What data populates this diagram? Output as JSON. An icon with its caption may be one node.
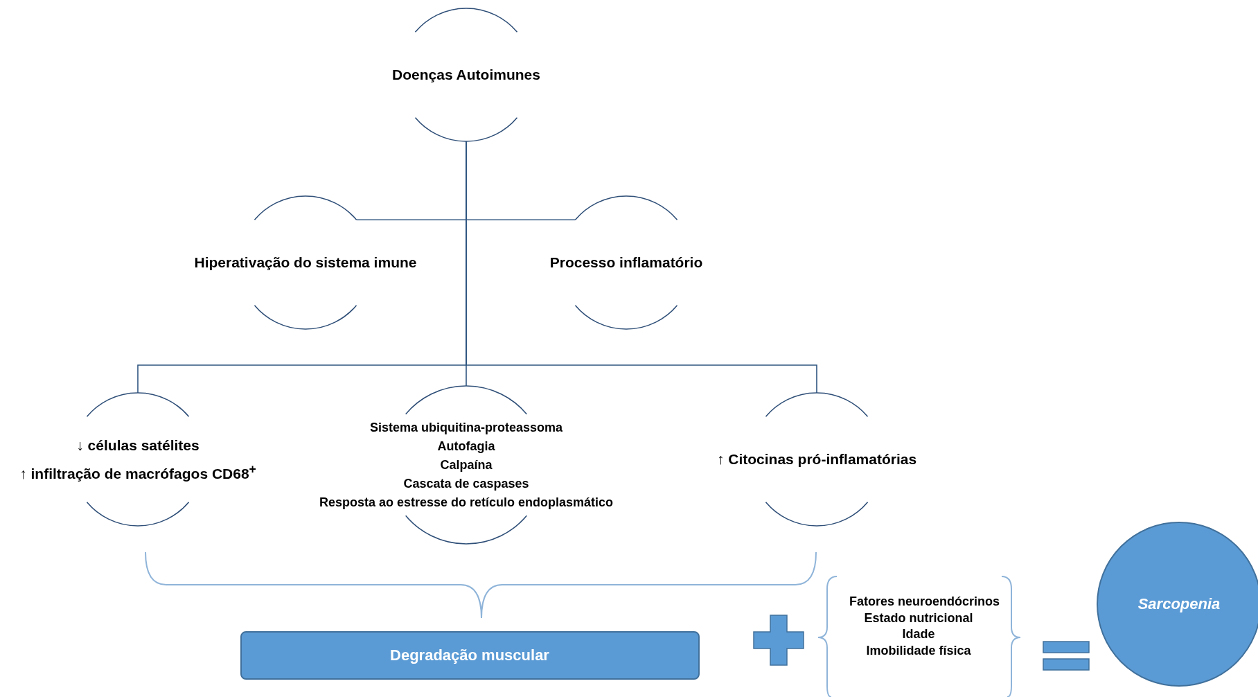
{
  "diagram": {
    "nodes": [
      {
        "text": [
          "Doenças Autoimunes"
        ]
      },
      {
        "text": [
          "Hiperativação do sistema imune"
        ]
      },
      {
        "text": [
          "Processo inflamatório"
        ]
      },
      {
        "text": [
          "↓ células satélites",
          "↑ infiltração de macrófagos CD68$^{+}$"
        ]
      },
      {
        "text": [
          "Sistema ubiquitina-proteassoma",
          "Autofagia",
          "Calpaína",
          "Cascata de caspases",
          "Resposta ao estresse do retículo endoplasmático"
        ]
      },
      {
        "text": [
          "↑ Citocinas pró-inflamatórias"
        ]
      },
      {
        "text": [
          "Degradação muscular"
        ]
      },
      {
        "text": [
          "Sarcopenia"
        ]
      }
    ],
    "edges": [
      {
        "from": 0,
        "to": 1,
        "arrow": "none"
      },
      {
        "from": 0,
        "to": 2,
        "arrow": "none"
      },
      {
        "from": 0,
        "to": 3,
        "arrow": "none"
      },
      {
        "from": 0,
        "to": 4,
        "arrow": "none"
      },
      {
        "from": 0,
        "to": 5,
        "arrow": "none"
      }
    ],
    "labels": [
      "Fatores neuroendócrinos",
      "Estado nutricional",
      "Idade",
      "Imobilidade física"
    ]
  }
}
